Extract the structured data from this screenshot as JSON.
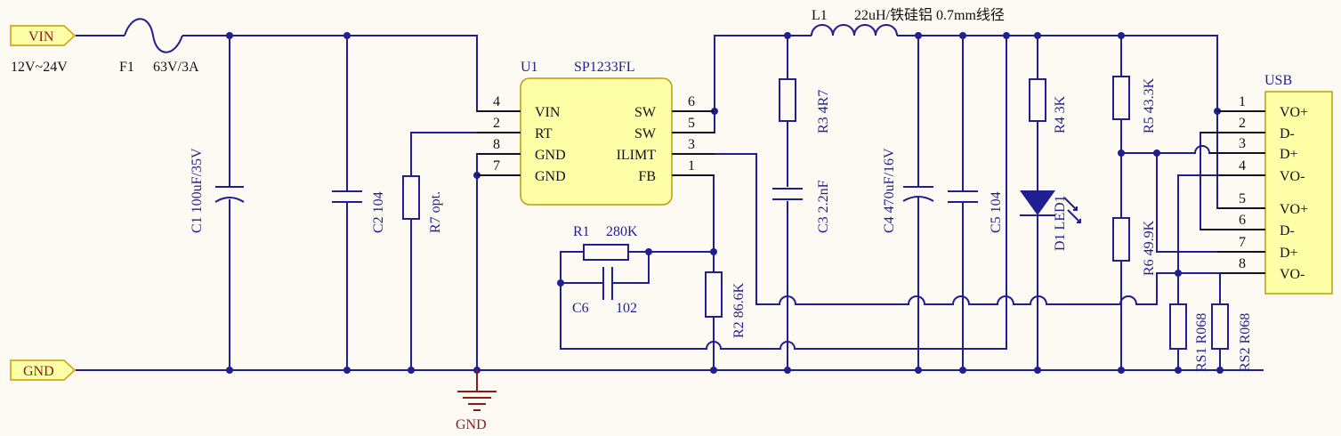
{
  "ports": {
    "vin": "VIN",
    "gnd": "GND",
    "vin_range": "12V~24V"
  },
  "colors": {
    "wire": "#1f1f8f",
    "ic_fill": "#ffffa8",
    "port_fill": "#ffffa8",
    "ground": "#8b1a1a",
    "background": "#fdfaf3"
  },
  "fuse": {
    "ref": "F1",
    "value": "63V/3A"
  },
  "ic": {
    "ref": "U1",
    "part": "SP1233FL",
    "pins_left": [
      {
        "num": "4",
        "name": "VIN"
      },
      {
        "num": "2",
        "name": "RT"
      },
      {
        "num": "8",
        "name": "GND"
      },
      {
        "num": "7",
        "name": "GND"
      }
    ],
    "pins_right": [
      {
        "num": "6",
        "name": "SW"
      },
      {
        "num": "5",
        "name": "SW"
      },
      {
        "num": "3",
        "name": "ILIMT"
      },
      {
        "num": "1",
        "name": "FB"
      }
    ]
  },
  "components": {
    "c1": {
      "ref": "C1",
      "value": "100uF/35V"
    },
    "c2": {
      "ref": "C2",
      "value": "104"
    },
    "r7": {
      "ref": "R7",
      "value": "opt."
    },
    "r1": {
      "ref": "R1",
      "value": "280K"
    },
    "c6": {
      "ref": "C6",
      "value": "102"
    },
    "r2": {
      "ref": "R2",
      "value": "86.6K"
    },
    "l1": {
      "ref": "L1",
      "value": "22uH/铁硅铝 0.7mm线径"
    },
    "r3": {
      "ref": "R3",
      "value": "4R7"
    },
    "c3": {
      "ref": "C3",
      "value": "2.2nF"
    },
    "c4": {
      "ref": "C4",
      "value": "470uF/16V"
    },
    "c5": {
      "ref": "C5",
      "value": "104"
    },
    "r4": {
      "ref": "R4",
      "value": "3K"
    },
    "d1": {
      "ref": "D1",
      "value": "LED1"
    },
    "r5": {
      "ref": "R5",
      "value": "43.3K"
    },
    "r6": {
      "ref": "R6",
      "value": "49.9K"
    },
    "rs1": {
      "ref": "RS1",
      "value": "R068"
    },
    "rs2": {
      "ref": "RS2",
      "value": "R068"
    }
  },
  "usb": {
    "title": "USB",
    "pins": [
      {
        "num": "1",
        "name": "VO+"
      },
      {
        "num": "2",
        "name": "D-"
      },
      {
        "num": "3",
        "name": "D+"
      },
      {
        "num": "4",
        "name": "VO-"
      },
      {
        "num": "5",
        "name": "VO+"
      },
      {
        "num": "6",
        "name": "D-"
      },
      {
        "num": "7",
        "name": "D+"
      },
      {
        "num": "8",
        "name": "VO-"
      }
    ]
  },
  "ground_symbol": {
    "label": "GND"
  }
}
